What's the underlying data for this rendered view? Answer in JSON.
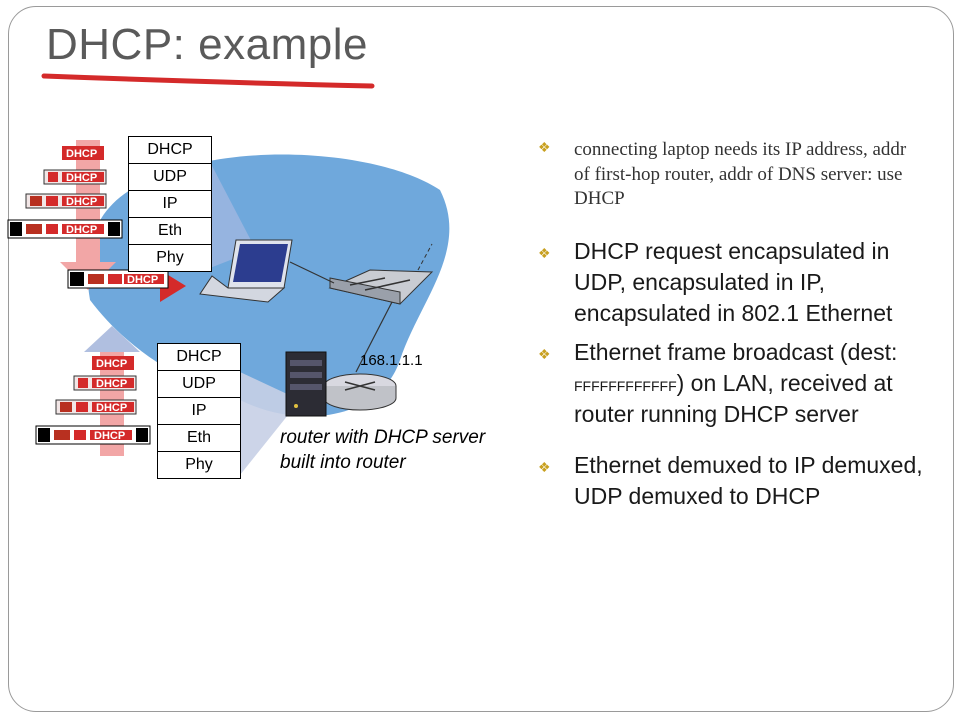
{
  "title": "DHCP: example",
  "colors": {
    "accent_red": "#d42a2a",
    "frame_red": "#b83020",
    "network_blue": "#6fa8dc",
    "bullet": "#c8a020"
  },
  "client_stack": [
    "DHCP",
    "UDP",
    "IP",
    "Eth",
    "Phy"
  ],
  "server_stack": [
    "DHCP",
    "UDP",
    "IP",
    "Eth",
    "Phy"
  ],
  "frame_label": "DHCP",
  "router_ip": "168.1.1.1",
  "router_caption": "router with DHCP server built into router",
  "bullets": {
    "b1": "connecting laptop needs its IP address, addr of first-hop router, addr of DNS server: use DHCP",
    "b2": "DHCP request encapsulated in UDP, encapsulated in IP, encapsulated in 802.1 Ethernet",
    "b3_pre": "Ethernet frame broadcast (dest: ",
    "b3_mac": "FFFFFFFFFFFF",
    "b3_post": ") on LAN, received at router running DHCP server",
    "b4": "Ethernet demuxed to IP demuxed, UDP demuxed to DHCP"
  },
  "icons": [
    "laptop-icon",
    "switch-icon",
    "router-icon",
    "server-icon",
    "diamond-bullet-icon"
  ]
}
